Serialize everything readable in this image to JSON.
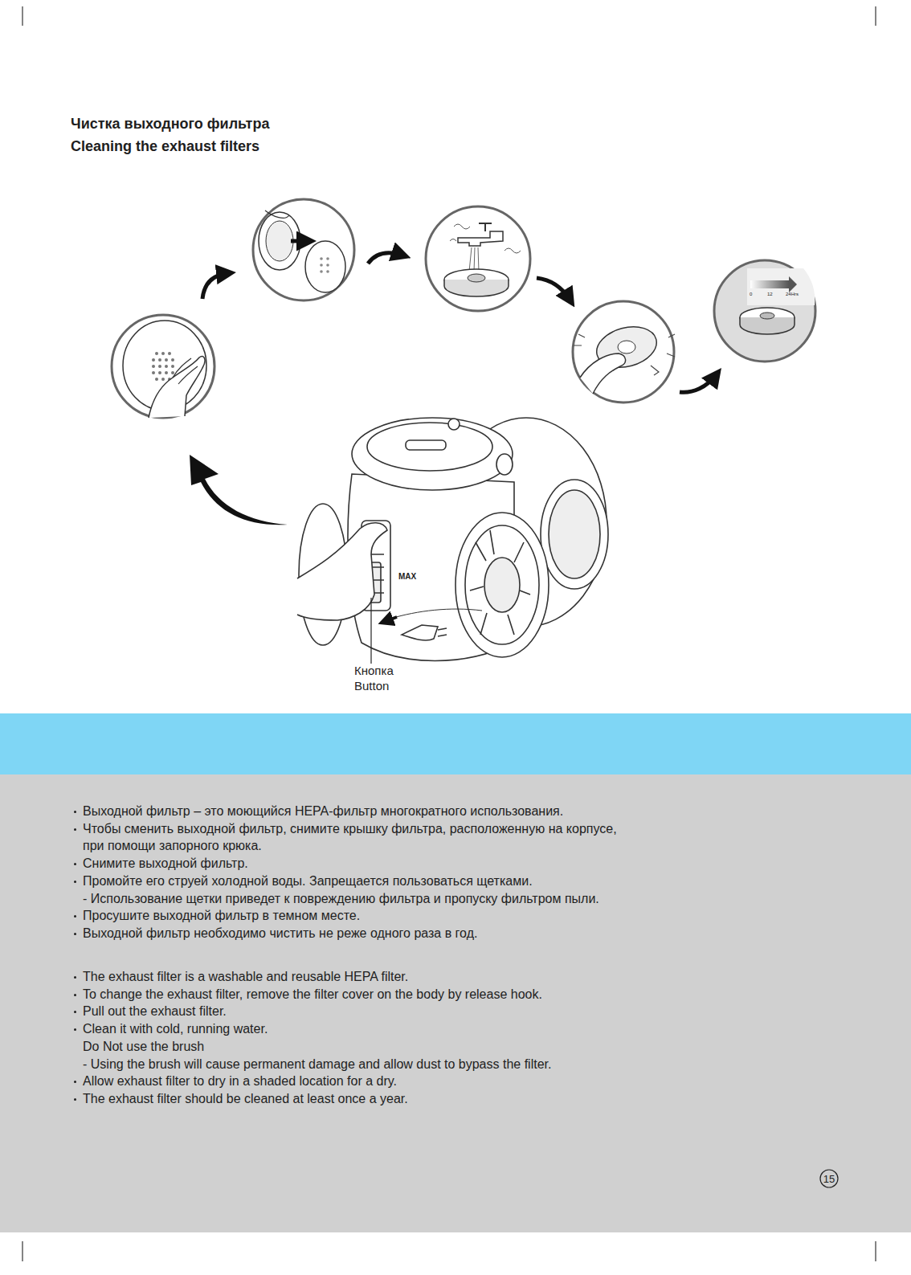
{
  "diagram": {
    "title": "Чистка выходного фильтра",
    "labels": [
      "Cleaning the exhaust filters",
      "MAX",
      "Кнопка",
      "Button",
      "0",
      "12",
      "24Hrs",
      "Выходной фильтр – это моющийся HEPA-фильтр многократного использования.",
      "Чтобы сменить выходной фильтр, снимите крышку фильтра, расположенную на корпусе, при помощи запорного крюка.",
      "Снимите выходной фильтр.",
      "Промойте его струей холодной воды. Запрещается пользоваться щетками.",
      "- Использование щетки приведет к повреждению фильтра и пропуску фильтром пыли.",
      "Просушите выходной фильтр в темном месте.",
      "Выходной фильтр необходимо чистить не реже одного раза в год.",
      "The exhaust filter is a washable and reusable HEPA filter.",
      "To change the exhaust filter, remove the filter cover on the body by release hook.",
      "Pull out the exhaust filter.",
      "Clean it with cold, running water.",
      "Do Not use the brush",
      "- Using the brush will cause permanent damage and allow dust to bypass the filter.",
      "Allow exhaust filter to dry in a shaded location for a dry.",
      "The exhaust filter should be cleaned at least once a year.",
      "15"
    ]
  }
}
